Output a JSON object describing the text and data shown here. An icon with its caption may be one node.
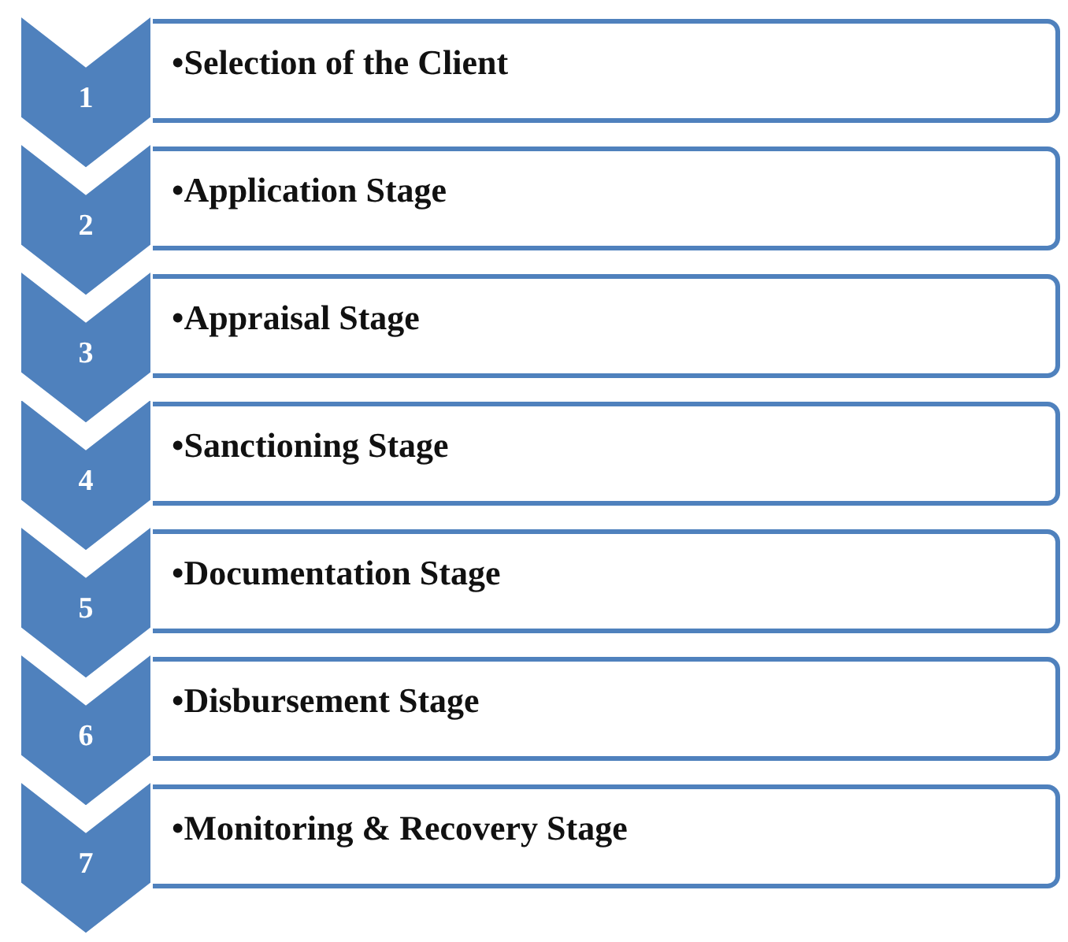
{
  "diagram": {
    "nodes": [
      {
        "text": [
          "1"
        ]
      },
      {
        "text": [
          "•Selection of the Client"
        ]
      },
      {
        "text": [
          "2"
        ]
      },
      {
        "text": [
          "•Application Stage"
        ]
      },
      {
        "text": [
          "3"
        ]
      },
      {
        "text": [
          "•Appraisal Stage"
        ]
      },
      {
        "text": [
          "4"
        ]
      },
      {
        "text": [
          "•Sanctioning Stage"
        ]
      },
      {
        "text": [
          "5"
        ]
      },
      {
        "text": [
          "•Documentation Stage"
        ]
      },
      {
        "text": [
          "6"
        ]
      },
      {
        "text": [
          "•Disbursement Stage"
        ]
      },
      {
        "text": [
          "7"
        ]
      },
      {
        "text": [
          "•Monitoring & Recovery Stage"
        ]
      }
    ]
  }
}
